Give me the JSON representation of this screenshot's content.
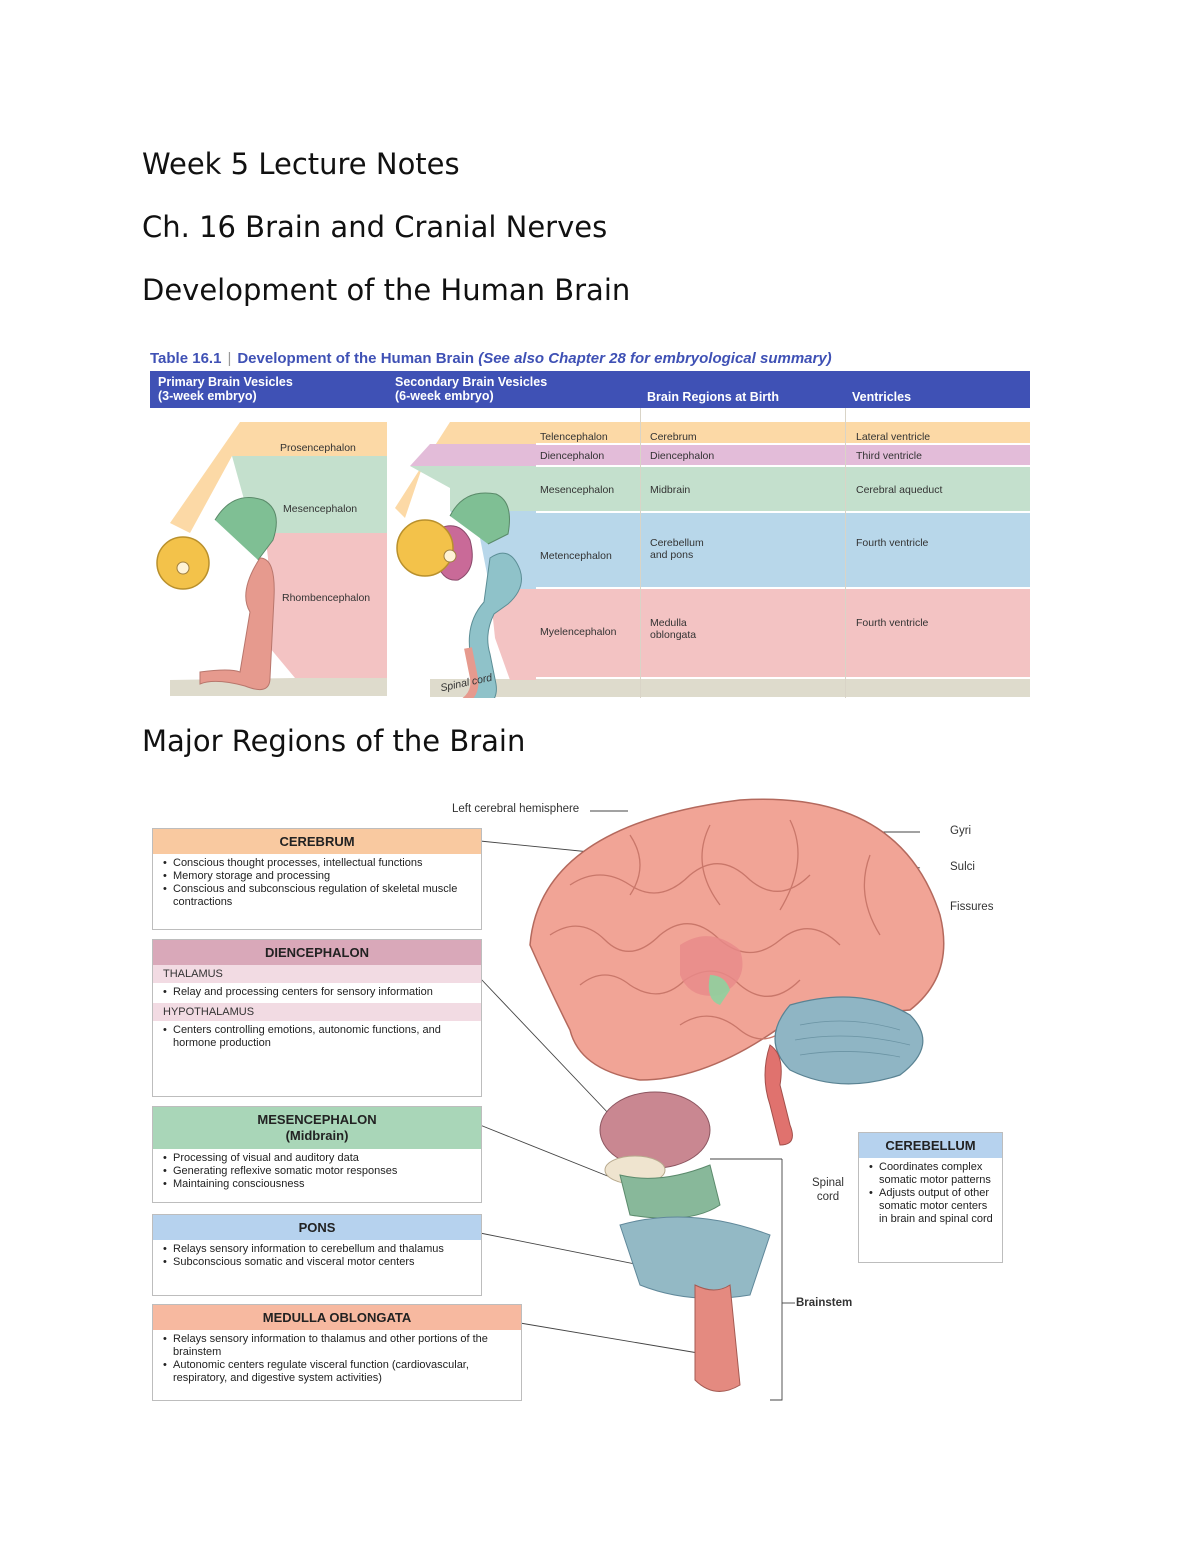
{
  "headings": {
    "line1": "Week 5 Lecture Notes",
    "line2": "Ch. 16 Brain and Cranial Nerves",
    "line3": "Development of the Human Brain",
    "line4": "Major Regions of the Brain"
  },
  "table": {
    "number": "Table 16.1",
    "title": "Development of the Human Brain",
    "note": "(See also Chapter 28 for embryological summary)",
    "headers": {
      "primary": "Primary Brain Vesicles",
      "primary_sub": "(3-week embryo)",
      "secondary": "Secondary Brain Vesicles",
      "secondary_sub": "(6-week embryo)",
      "regions": "Brain Regions at Birth",
      "ventricles": "Ventricles"
    },
    "primary_vesicles": [
      "Prosencephalon",
      "Mesencephalon",
      "Rhombencephalon"
    ],
    "rows": [
      {
        "secondary": "Telencephalon",
        "region": "Cerebrum",
        "ventricle": "Lateral ventricle",
        "color": "#fcd9a6"
      },
      {
        "secondary": "Diencephalon",
        "region": "Diencephalon",
        "ventricle": "Third ventricle",
        "color": "#e3bcd9"
      },
      {
        "secondary": "Mesencephalon",
        "region": "Midbrain",
        "ventricle": "Cerebral aqueduct",
        "color": "#c4e0cd"
      },
      {
        "secondary": "Metencephalon",
        "region": "Cerebellum and pons",
        "ventricle": "Fourth ventricle",
        "color": "#b8d7ea"
      },
      {
        "secondary": "Myelencephalon",
        "region": "Medulla oblongata",
        "ventricle": "Fourth ventricle",
        "color": "#f3c3c3"
      }
    ],
    "spinal_cord_label": "Spinal cord"
  },
  "figure": {
    "boxes": {
      "cerebrum": {
        "title": "CEREBRUM",
        "items": [
          "Conscious thought processes, intellectual functions",
          "Memory storage and processing",
          "Conscious and subconscious regulation of skeletal muscle contractions"
        ],
        "color": "#f9c9a0"
      },
      "diencephalon": {
        "title": "DIENCEPHALON",
        "thalamus": "THALAMUS",
        "thalamus_items": [
          "Relay and processing centers for sensory information"
        ],
        "hypothalamus": "HYPOTHALAMUS",
        "hypothalamus_items": [
          "Centers controlling emotions, autonomic functions, and hormone production"
        ],
        "color": "#d9a8b9"
      },
      "mesencephalon": {
        "title": "MESENCEPHALON",
        "subtitle": "(Midbrain)",
        "items": [
          "Processing of visual and auditory data",
          "Generating reflexive somatic motor responses",
          "Maintaining consciousness"
        ],
        "color": "#a9d6b8"
      },
      "pons": {
        "title": "PONS",
        "items": [
          "Relays sensory information to cerebellum and thalamus",
          "Subconscious somatic and visceral motor centers"
        ],
        "color": "#b6d2ee"
      },
      "medulla": {
        "title": "MEDULLA OBLONGATA",
        "items": [
          "Relays sensory information to thalamus and other portions of the brainstem",
          "Autonomic centers regulate visceral function (cardiovascular, respiratory, and digestive system activities)"
        ],
        "color": "#f7b9a0"
      },
      "cerebellum": {
        "title": "CEREBELLUM",
        "items": [
          "Coordinates complex somatic motor patterns",
          "Adjusts output of other somatic motor centers in brain and spinal cord"
        ],
        "color": "#b6d2ee"
      }
    },
    "labels": {
      "left_hemisphere": "Left cerebral hemisphere",
      "gyri": "Gyri",
      "sulci": "Sulci",
      "fissures": "Fissures",
      "spinal_cord": "Spinal cord",
      "brainstem": "Brainstem"
    }
  }
}
